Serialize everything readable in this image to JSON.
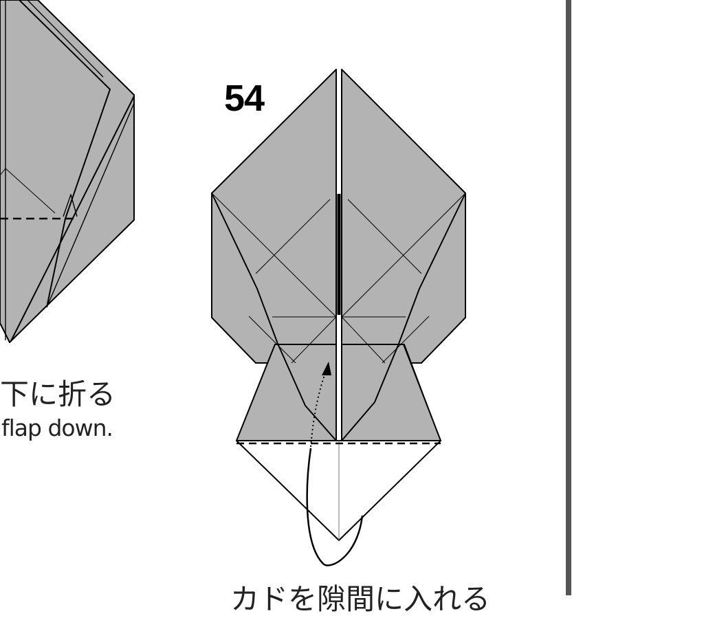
{
  "step": {
    "number": "54"
  },
  "left_panel": {
    "caption_ja": "下に折る",
    "caption_en": "flap down."
  },
  "bottom_caption": "カドを隙間に入れる",
  "colors": {
    "paper_colored": "#b3b3b3",
    "paper_white": "#ffffff",
    "line": "#000000",
    "divider": "#555555"
  }
}
